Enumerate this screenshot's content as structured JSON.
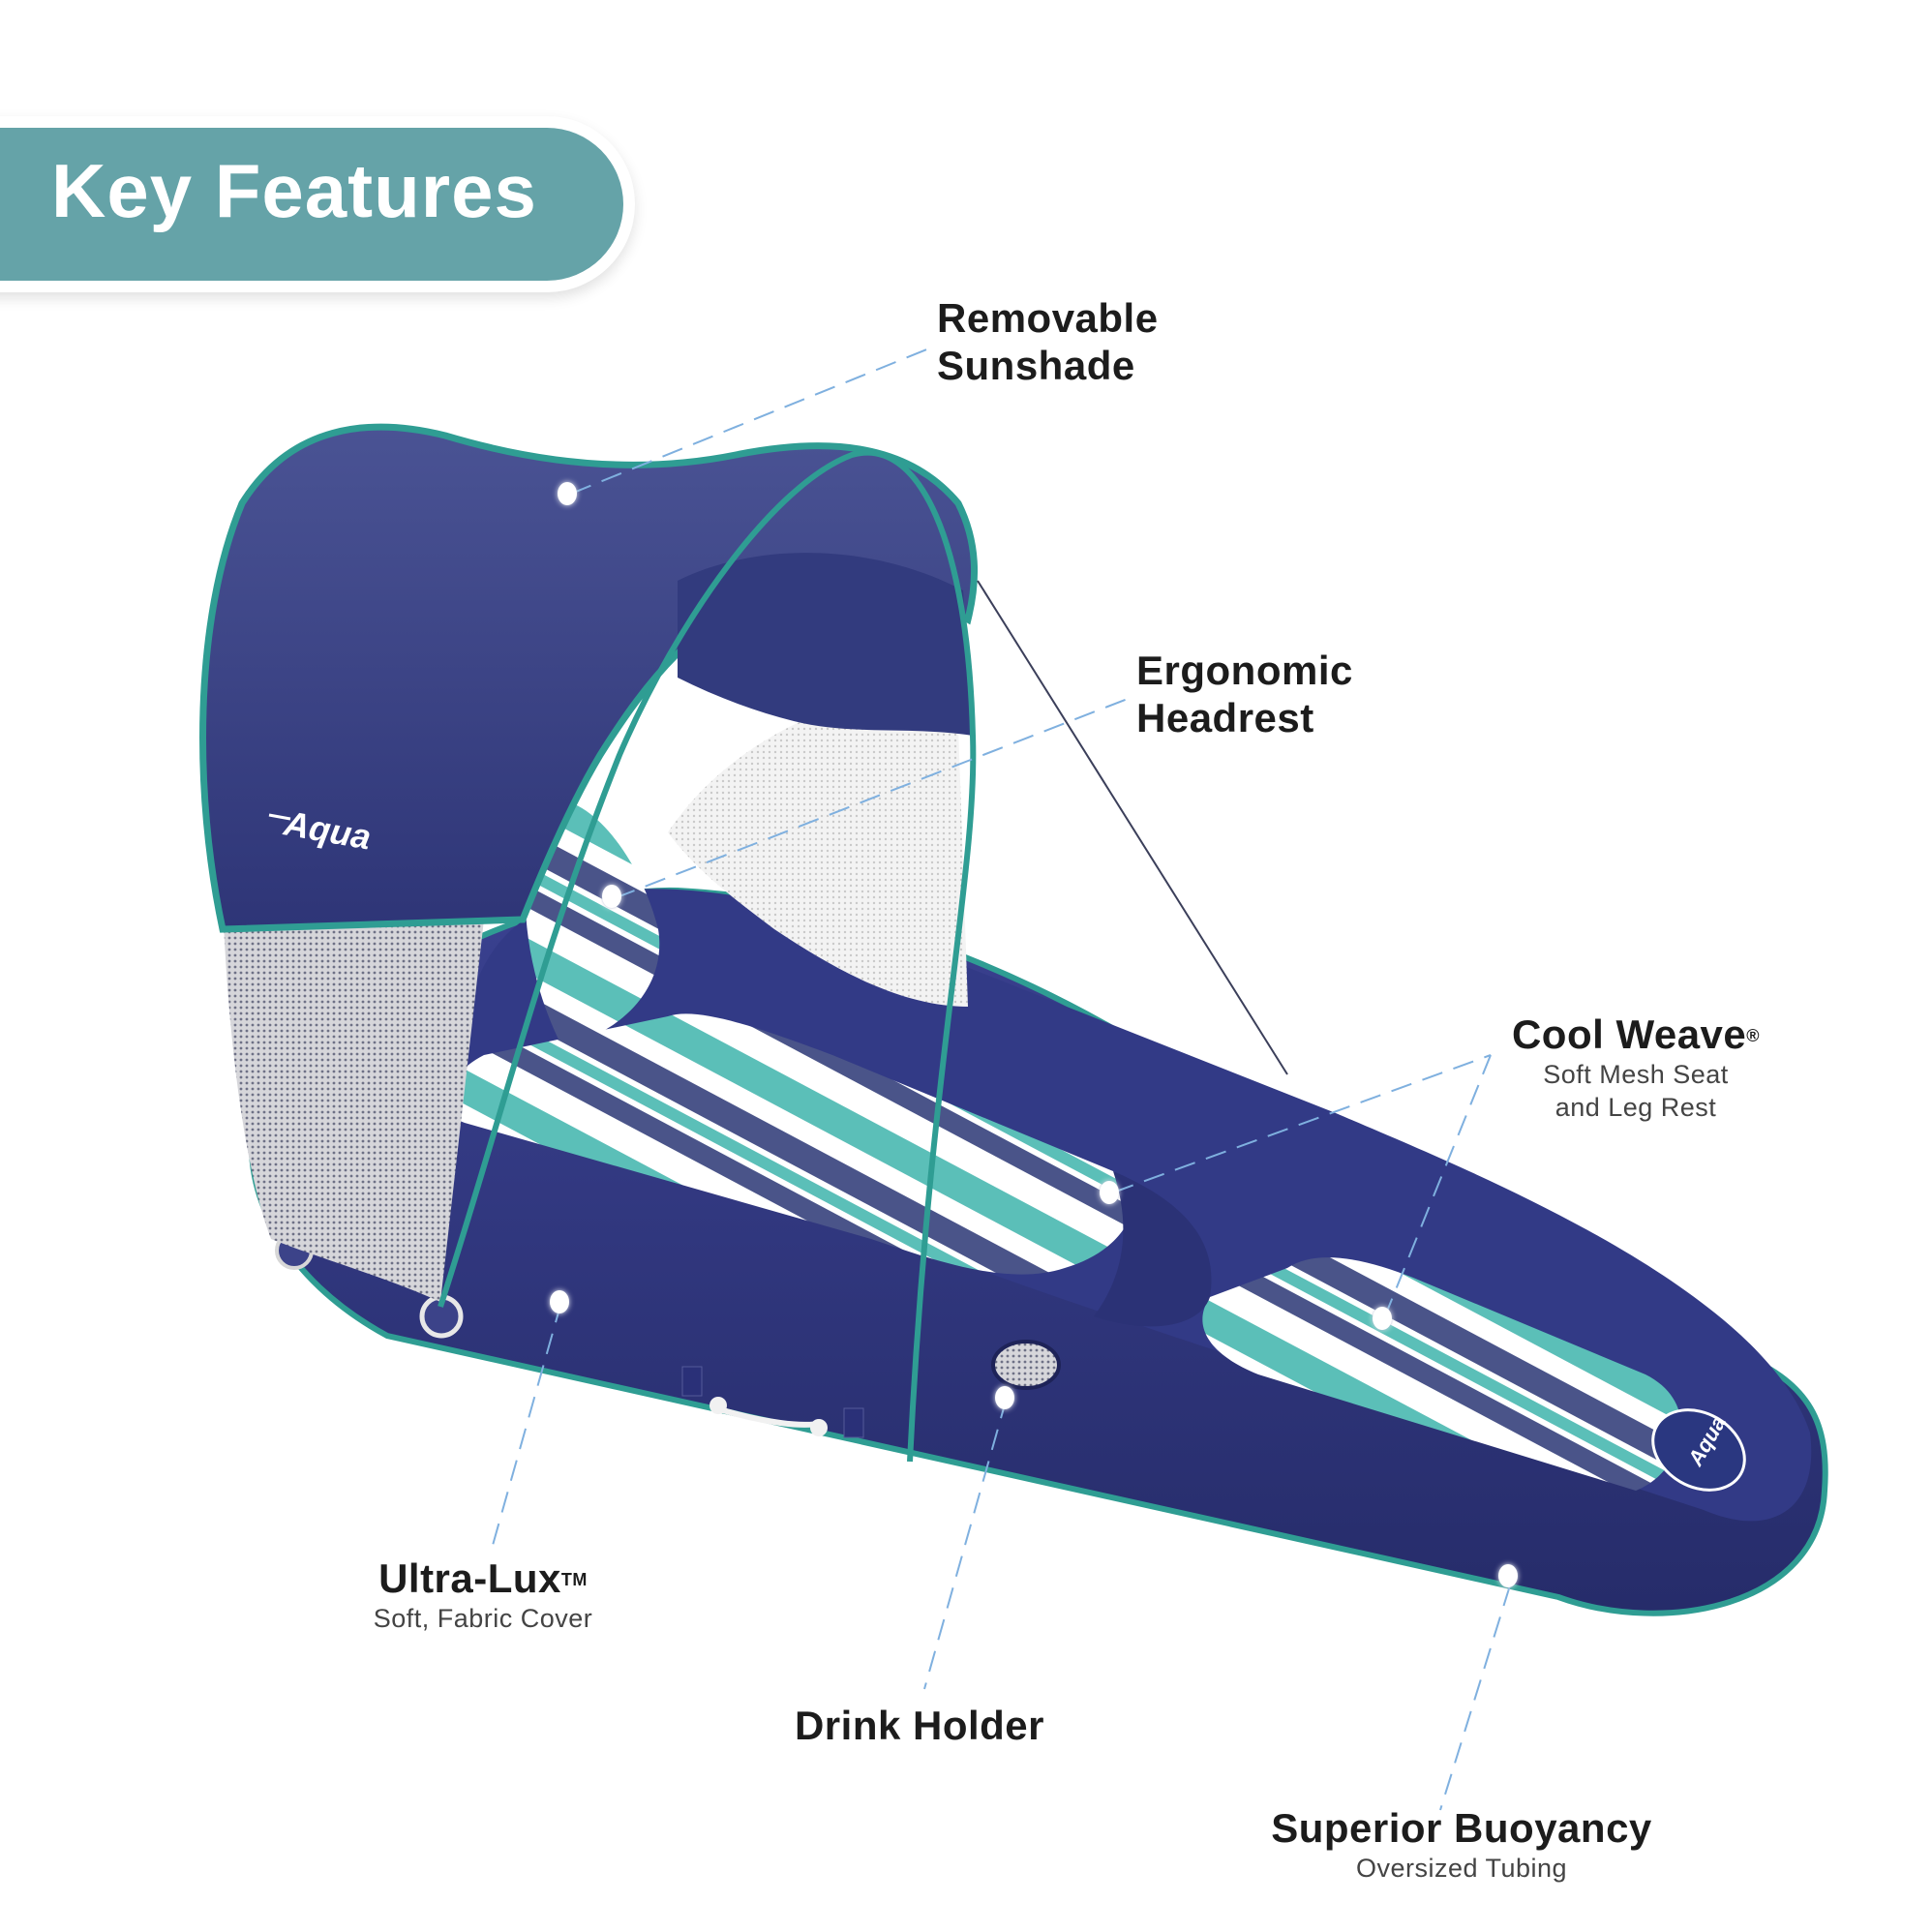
{
  "header": {
    "title": "Key Features"
  },
  "brand": {
    "logo_text": "Aqua"
  },
  "colors": {
    "badge_teal": "#65a3a8",
    "navy_fabric": "#2e3577",
    "canopy_navy": "#3d4585",
    "trim_teal": "#2f9d93",
    "stripe_teal": "#5bbfb8",
    "stripe_navy": "#4a5489",
    "leader_line": "#7fb0df"
  },
  "features": [
    {
      "id": "sunshade",
      "title_line1": "Removable",
      "title_line2": "Sunshade"
    },
    {
      "id": "headrest",
      "title_line1": "Ergonomic",
      "title_line2": "Headrest"
    },
    {
      "id": "cool-weave",
      "title": "Cool Weave",
      "mark": "®",
      "sub_line1": "Soft Mesh Seat",
      "sub_line2": "and Leg Rest"
    },
    {
      "id": "ultra-lux",
      "title": "Ultra-Lux",
      "mark": "TM",
      "sub_line1": "Soft, Fabric Cover"
    },
    {
      "id": "drink-holder",
      "title": "Drink Holder"
    },
    {
      "id": "buoyancy",
      "title": "Superior Buoyancy",
      "sub_line1": "Oversized Tubing"
    }
  ]
}
